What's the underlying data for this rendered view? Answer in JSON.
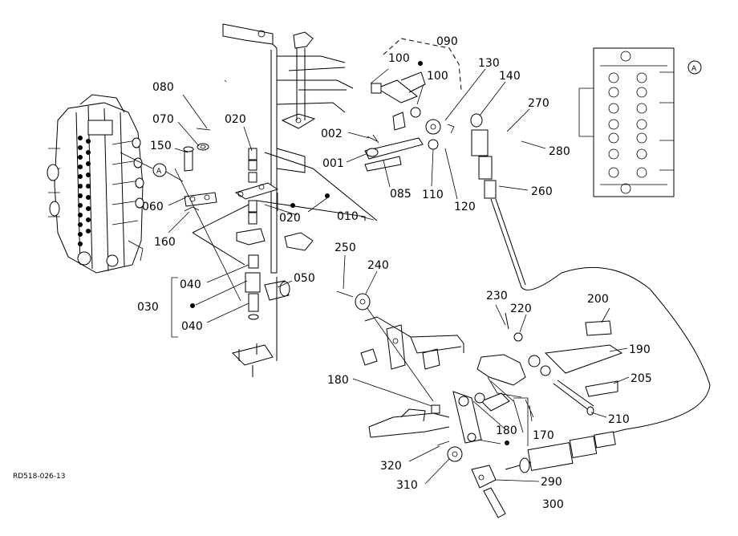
{
  "drawing_code": "RD518-026-13",
  "view_marker": "A",
  "parts": {
    "p001": "001",
    "p002": "002",
    "p010": "010",
    "p020a": "020",
    "p020b": "020",
    "p030": "030",
    "p040a": "040",
    "p040b": "040",
    "p050": "050",
    "p060": "060",
    "p070": "070",
    "p080": "080",
    "p085": "085",
    "p090": "090",
    "p100a": "100",
    "p100b": "100",
    "p110": "110",
    "p120": "120",
    "p130": "130",
    "p140": "140",
    "p150": "150",
    "p160": "160",
    "p170": "170",
    "p180a": "180",
    "p180b": "180",
    "p190": "190",
    "p200": "200",
    "p205": "205",
    "p210": "210",
    "p220": "220",
    "p230": "230",
    "p240": "240",
    "p250": "250",
    "p260": "260",
    "p270": "270",
    "p280": "280",
    "p290": "290",
    "p300": "300",
    "p310": "310",
    "p320": "320"
  }
}
